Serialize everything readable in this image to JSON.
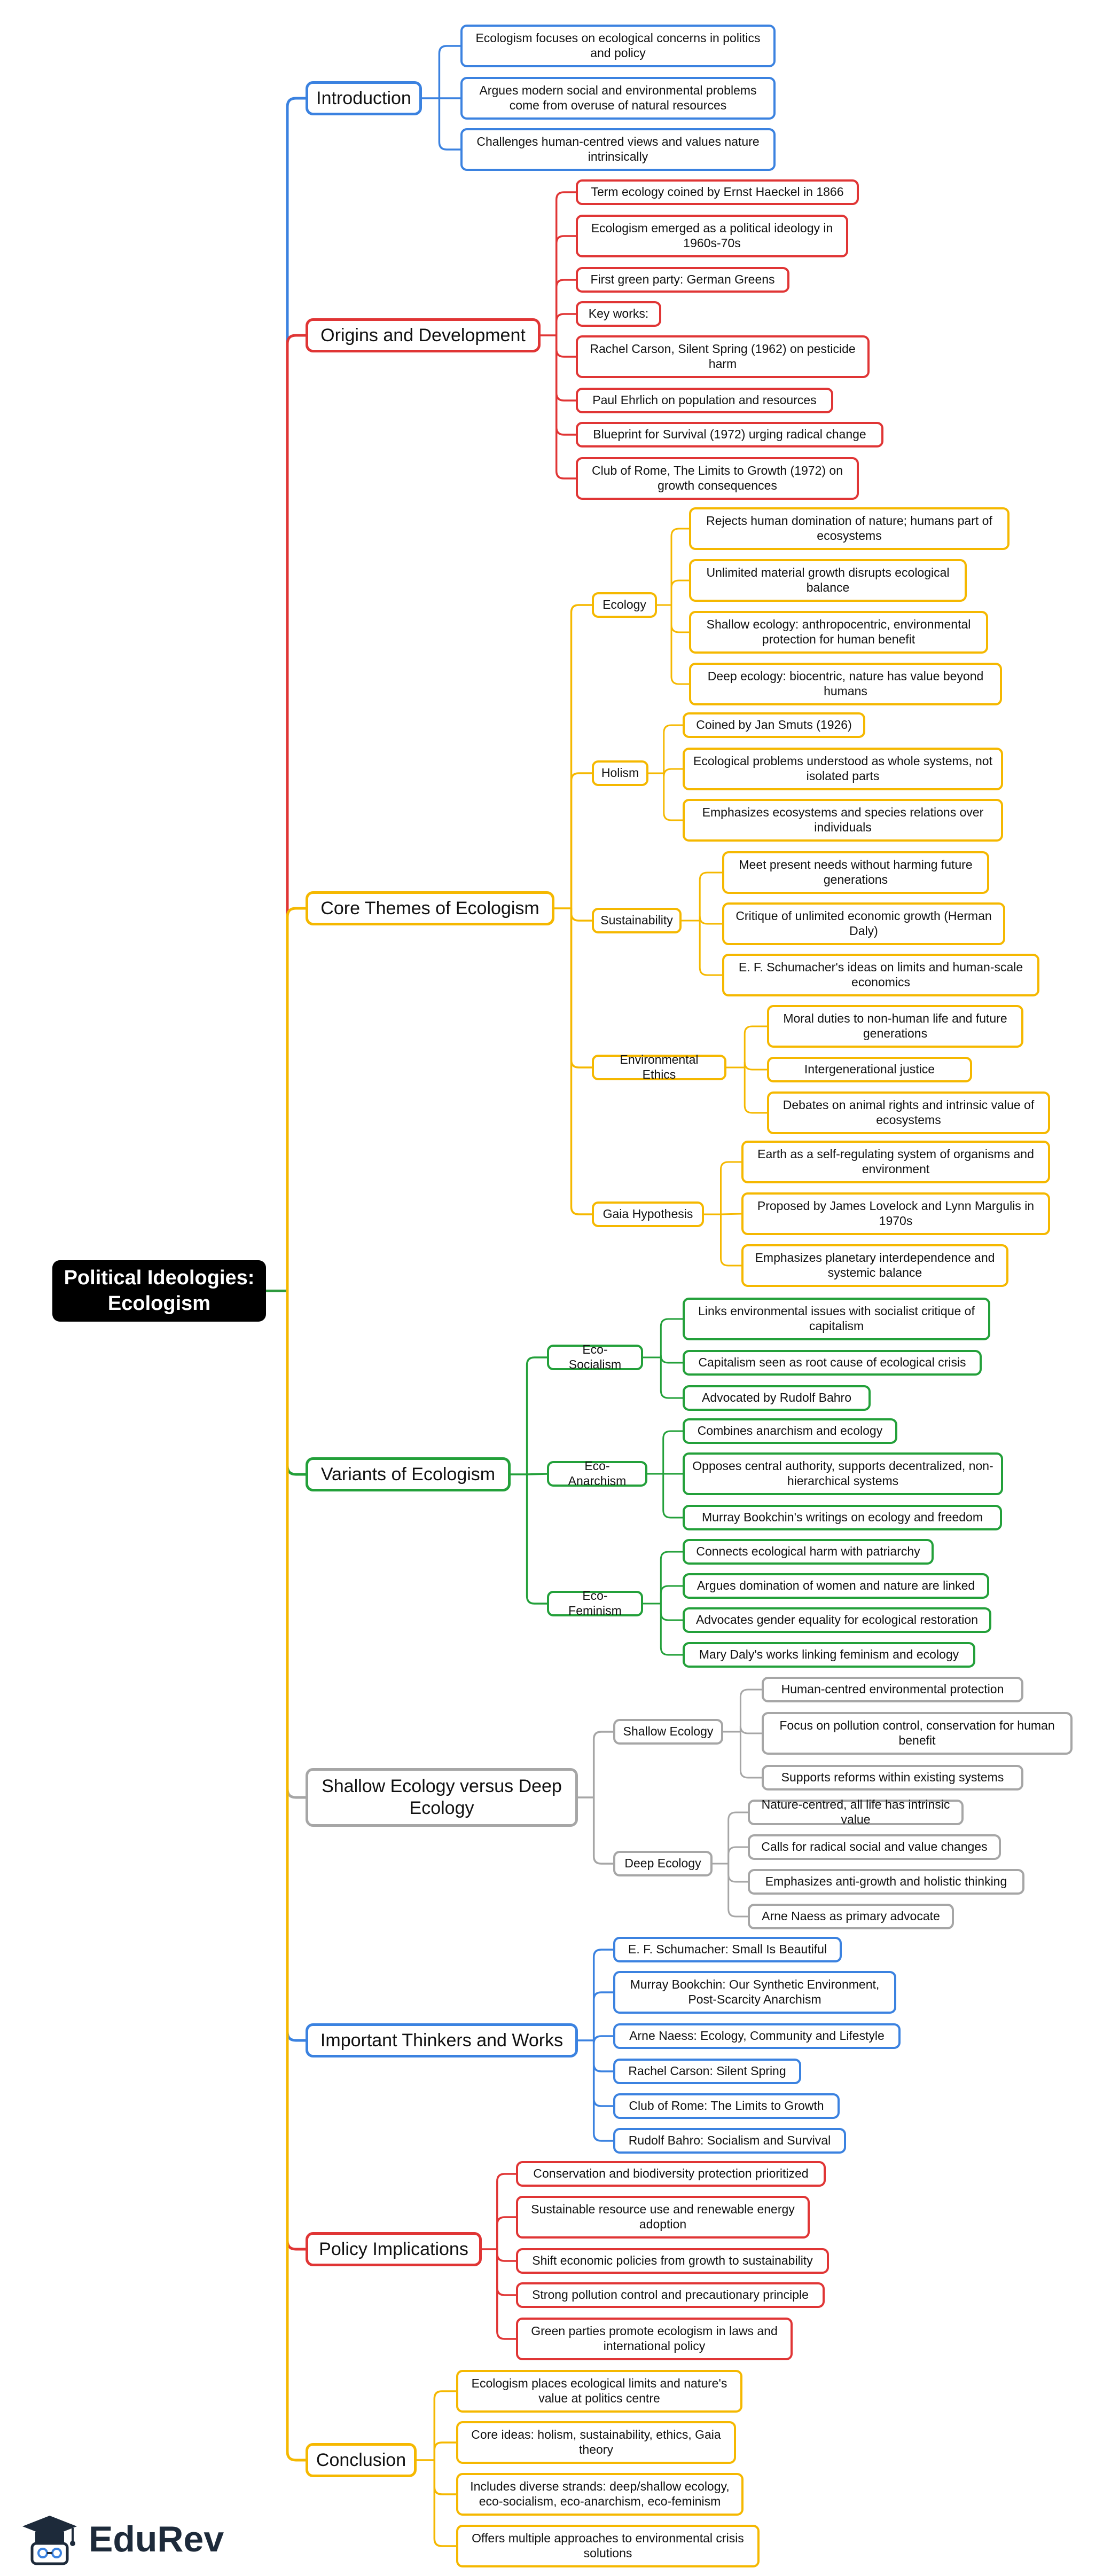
{
  "title": "Political Ideologies: Ecologism",
  "brand": {
    "name": "EduRev",
    "icon": "graduation-cap-icon"
  },
  "colors": {
    "blue": "#3b82e0",
    "red": "#e03535",
    "yellow": "#f5b800",
    "green": "#23a03a",
    "gray": "#a6a6a6",
    "root": "#000000"
  },
  "branches": [
    {
      "label": "Introduction",
      "color": "blue",
      "children": [
        {
          "label": "Ecologism focuses on ecological concerns in politics and policy"
        },
        {
          "label": "Argues modern social and environmental problems come from overuse of natural resources"
        },
        {
          "label": "Challenges human-centred views and values nature intrinsically"
        }
      ]
    },
    {
      "label": "Origins and Development",
      "color": "red",
      "children": [
        {
          "label": "Term ecology coined by Ernst Haeckel in 1866"
        },
        {
          "label": "Ecologism emerged as a political ideology in 1960s-70s"
        },
        {
          "label": "First green party: German Greens"
        },
        {
          "label": "Key works:"
        },
        {
          "label": "Rachel Carson, Silent Spring (1962) on pesticide harm"
        },
        {
          "label": "Paul Ehrlich on population and resources"
        },
        {
          "label": "Blueprint for Survival (1972) urging radical change"
        },
        {
          "label": "Club of Rome, The Limits to Growth (1972) on growth consequences"
        }
      ]
    },
    {
      "label": "Core Themes of Ecologism",
      "color": "yellow",
      "children": [
        {
          "label": "Ecology",
          "children": [
            {
              "label": "Rejects human domination of nature; humans part of ecosystems"
            },
            {
              "label": "Unlimited material growth disrupts ecological balance"
            },
            {
              "label": "Shallow ecology: anthropocentric, environmental protection for human benefit"
            },
            {
              "label": "Deep ecology: biocentric, nature has value beyond humans"
            }
          ]
        },
        {
          "label": "Holism",
          "children": [
            {
              "label": "Coined by Jan Smuts (1926)"
            },
            {
              "label": "Ecological problems understood as whole systems, not isolated parts"
            },
            {
              "label": "Emphasizes ecosystems and species relations over individuals"
            }
          ]
        },
        {
          "label": "Sustainability",
          "children": [
            {
              "label": "Meet present needs without harming future generations"
            },
            {
              "label": "Critique of unlimited economic growth (Herman Daly)"
            },
            {
              "label": "E. F. Schumacher's ideas on limits and human-scale economics"
            }
          ]
        },
        {
          "label": "Environmental Ethics",
          "children": [
            {
              "label": "Moral duties to non-human life and future generations"
            },
            {
              "label": "Intergenerational justice"
            },
            {
              "label": "Debates on animal rights and intrinsic value of ecosystems"
            }
          ]
        },
        {
          "label": "Gaia Hypothesis",
          "children": [
            {
              "label": "Earth as a self-regulating system of organisms and environment"
            },
            {
              "label": "Proposed by James Lovelock and Lynn Margulis in 1970s"
            },
            {
              "label": "Emphasizes planetary interdependence and systemic balance"
            }
          ]
        }
      ]
    },
    {
      "label": "Variants of Ecologism",
      "color": "green",
      "children": [
        {
          "label": "Eco-Socialism",
          "children": [
            {
              "label": "Links environmental issues with socialist critique of capitalism"
            },
            {
              "label": "Capitalism seen as root cause of ecological crisis"
            },
            {
              "label": "Advocated by Rudolf Bahro"
            }
          ]
        },
        {
          "label": "Eco-Anarchism",
          "children": [
            {
              "label": "Combines anarchism and ecology"
            },
            {
              "label": "Opposes central authority, supports decentralized, non-hierarchical systems"
            },
            {
              "label": "Murray Bookchin's writings on ecology and freedom"
            }
          ]
        },
        {
          "label": "Eco-Feminism",
          "children": [
            {
              "label": "Connects ecological harm with patriarchy"
            },
            {
              "label": "Argues domination of women and nature are linked"
            },
            {
              "label": "Advocates gender equality for ecological restoration"
            },
            {
              "label": "Mary Daly's works linking feminism and ecology"
            }
          ]
        }
      ]
    },
    {
      "label": "Shallow Ecology versus Deep Ecology",
      "color": "gray",
      "children": [
        {
          "label": "Shallow Ecology",
          "children": [
            {
              "label": "Human-centred environmental protection"
            },
            {
              "label": "Focus on pollution control, conservation for human benefit"
            },
            {
              "label": "Supports reforms within existing systems"
            }
          ]
        },
        {
          "label": "Deep Ecology",
          "children": [
            {
              "label": "Nature-centred, all life has intrinsic value"
            },
            {
              "label": "Calls for radical social and value changes"
            },
            {
              "label": "Emphasizes anti-growth and holistic thinking"
            },
            {
              "label": "Arne Naess as primary advocate"
            }
          ]
        }
      ]
    },
    {
      "label": "Important Thinkers and Works",
      "color": "blue",
      "children": [
        {
          "label": "E. F. Schumacher: Small Is Beautiful"
        },
        {
          "label": "Murray Bookchin: Our Synthetic Environment, Post-Scarcity Anarchism"
        },
        {
          "label": "Arne Naess: Ecology, Community and Lifestyle"
        },
        {
          "label": "Rachel Carson: Silent Spring"
        },
        {
          "label": "Club of Rome: The Limits to Growth"
        },
        {
          "label": "Rudolf Bahro: Socialism and Survival"
        }
      ]
    },
    {
      "label": "Policy Implications",
      "color": "red",
      "children": [
        {
          "label": "Conservation and biodiversity protection prioritized"
        },
        {
          "label": "Sustainable resource use and renewable energy adoption"
        },
        {
          "label": "Shift economic policies from growth to sustainability"
        },
        {
          "label": "Strong pollution control and precautionary principle"
        },
        {
          "label": "Green parties promote ecologism in laws and international policy"
        }
      ]
    },
    {
      "label": "Conclusion",
      "color": "yellow",
      "children": [
        {
          "label": "Ecologism places ecological limits and nature's value at politics centre"
        },
        {
          "label": "Core ideas: holism, sustainability, ethics, Gaia theory"
        },
        {
          "label": "Includes diverse strands: deep/shallow ecology, eco-socialism, eco-anarchism, eco-feminism"
        },
        {
          "label": "Offers multiple approaches to environmental crisis solutions"
        }
      ]
    }
  ]
}
